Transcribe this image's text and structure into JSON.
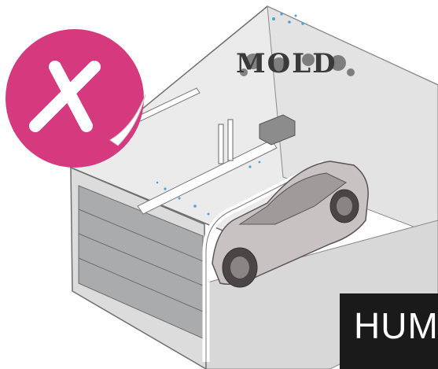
{
  "mold_label": "MOLD",
  "status_badge": {
    "symbol": "X",
    "color": "#d63a7e"
  },
  "caption": "HUM",
  "colors": {
    "wall": "#e8e8e8",
    "floor": "#d9d9d9",
    "door": "#a9abad",
    "car": "#c9c2c2",
    "mold": "#3a3a3a",
    "caption_bg": "#1a1a1a"
  }
}
